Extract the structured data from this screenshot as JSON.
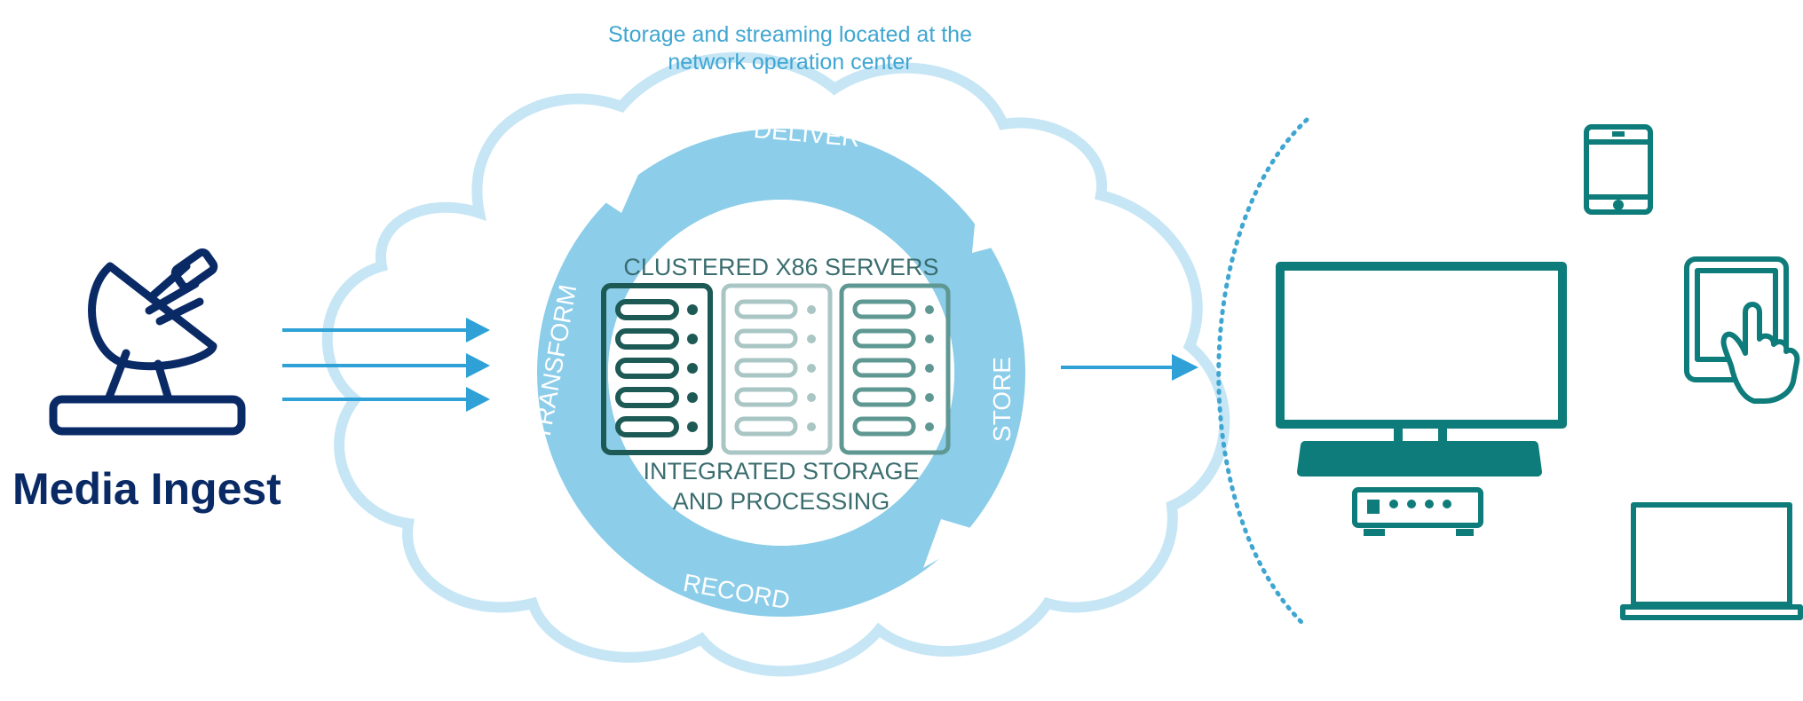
{
  "caption": {
    "line1": "Storage and streaming  located at the",
    "line2": "network operation center"
  },
  "ingest": {
    "label": "Media Ingest"
  },
  "cycle": {
    "stages": [
      "DELIVER",
      "STORE",
      "RECORD",
      "TRANSFORM"
    ]
  },
  "core": {
    "servers_title": "CLUSTERED X86 SERVERS",
    "storage_line1": "INTEGRATED STORAGE",
    "storage_line2": "AND PROCESSING"
  },
  "colors": {
    "cloud": "#c6e6f5",
    "ring": "#8ccde9",
    "ring_text": "#ffffff",
    "arrow": "#2fa1d6",
    "navy": "#0a2a66",
    "teal": "#0d7c7a",
    "server_dark": "#1e5a55",
    "server_light": "#a9c6c4",
    "server_mid": "#5f9892"
  },
  "icons": {
    "ingest": "satellite-dish-icon",
    "server": "server-rack-icon",
    "monitor": "monitor-icon",
    "set_top_box": "set-top-box-icon",
    "phone": "smartphone-icon",
    "tablet": "tablet-touch-icon",
    "laptop": "laptop-icon"
  }
}
